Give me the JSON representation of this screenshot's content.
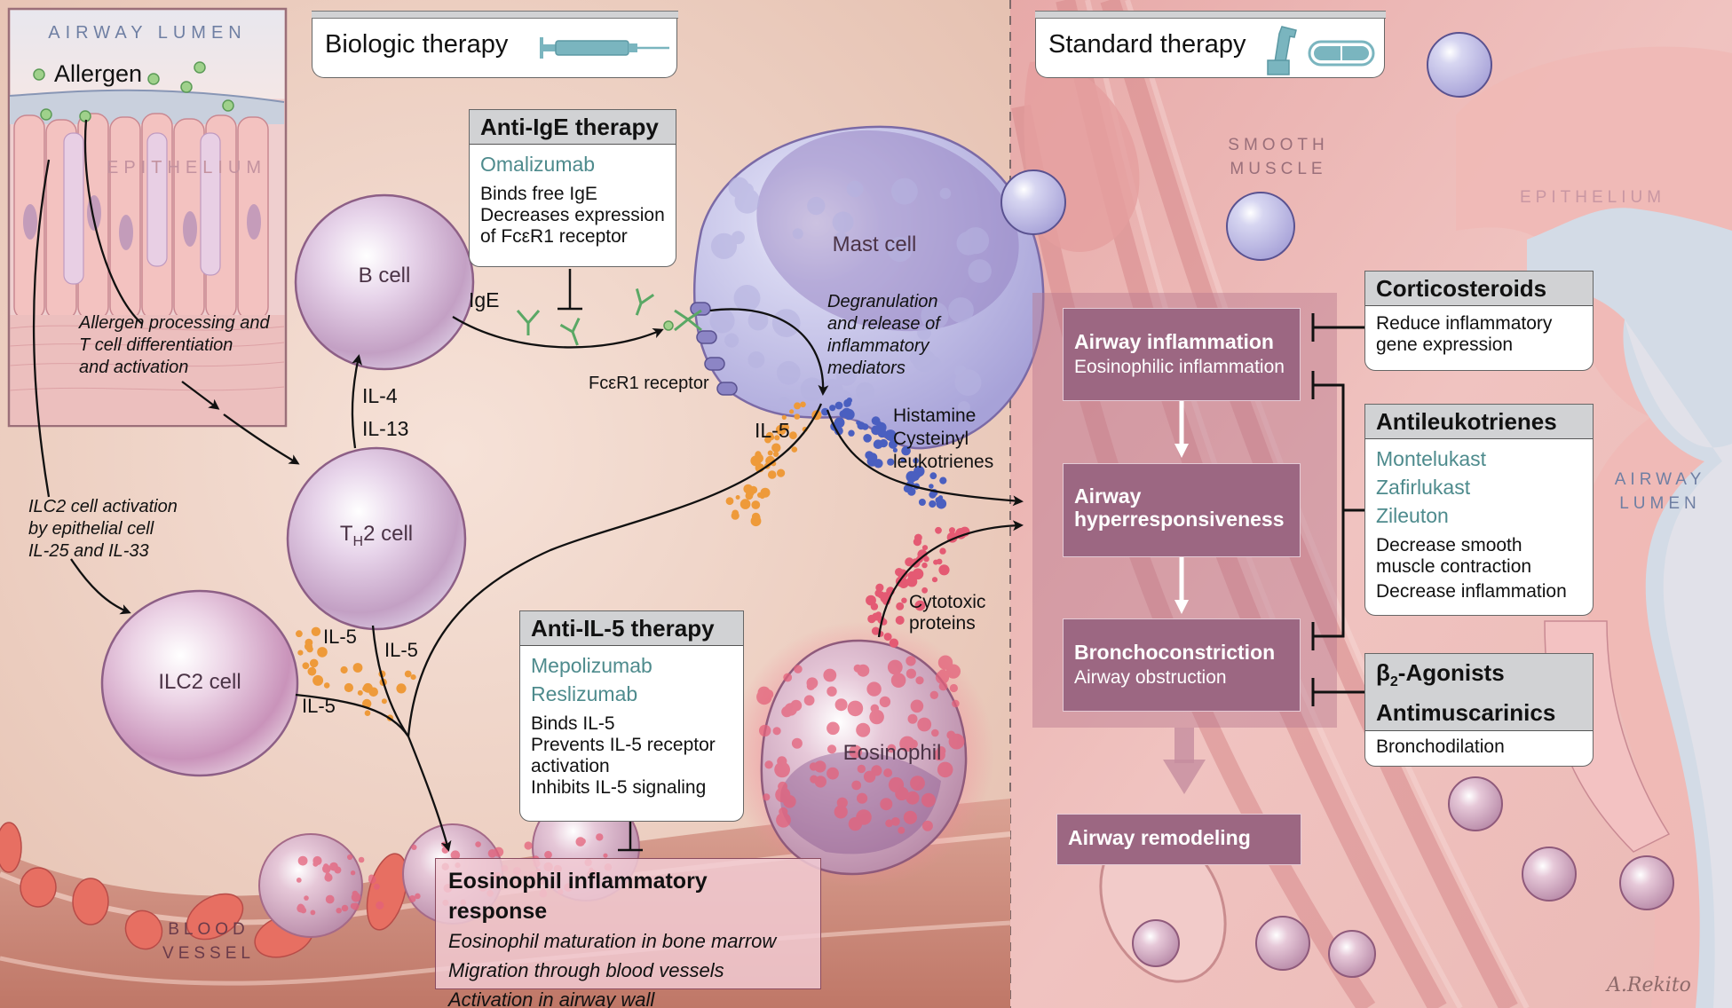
{
  "colors": {
    "drug_teal": "#4e8b8d",
    "flow_box": "#9c6782",
    "box_header": "#d1d2d4",
    "il5_orange": "#ee9a3a",
    "mediator_blue": "#4a5fc0",
    "cytotoxic_red": "#e45a73",
    "ige_green": "#5aa865",
    "allergen_green": "#9fd18b"
  },
  "left_panel": {
    "header": {
      "title": "Biologic therapy",
      "icon": "syringe-icon"
    },
    "inset": {
      "airway_lumen_label": "AIRWAY LUMEN",
      "allergen_label": "Allergen",
      "epithelium_label": "EPITHELIUM"
    },
    "annotations": {
      "allergen_processing": [
        "Allergen processing and",
        "T cell differentiation",
        "and activation"
      ],
      "ilc2_activation": [
        "ILC2 cell activation",
        "by epithelial cell",
        "IL-25 and IL-33"
      ],
      "degranulation": [
        "Degranulation",
        "and release of",
        "inflammatory",
        "mediators"
      ],
      "mediators": [
        "Histamine",
        "Cysteinyl",
        "leukotrienes"
      ],
      "cytotoxic": [
        "Cytotoxic",
        "proteins"
      ],
      "fcer1_receptor": "FcεR1 receptor",
      "ige": "IgE",
      "il4": "IL-4",
      "il13": "IL-13",
      "il5_mast": "IL-5",
      "il5_th2_left": "IL-5",
      "il5_th2_right": "IL-5",
      "il5_ilc2": "IL-5"
    },
    "cells": {
      "b_cell": "B cell",
      "th2_cell_prefix": "T",
      "th2_cell_sub": "H",
      "th2_cell_suffix": "2 cell",
      "ilc2_cell": "ILC2 cell",
      "mast_cell": "Mast cell",
      "eosinophil": "Eosinophil"
    },
    "blood_vessel_label": [
      "BLOOD",
      "VESSEL"
    ],
    "anti_ige_box": {
      "title": "Anti-IgE therapy",
      "drugs": [
        "Omalizumab"
      ],
      "effects": [
        "Binds free IgE",
        "Decreases expression",
        "of FcεR1 receptor"
      ]
    },
    "anti_il5_box": {
      "title": "Anti-IL-5 therapy",
      "drugs": [
        "Mepolizumab",
        "Reslizumab"
      ],
      "effects": [
        "Binds IL-5",
        "Prevents IL-5 receptor",
        "activation",
        "Inhibits IL-5 signaling"
      ]
    },
    "eosinophil_response_box": {
      "title": "Eosinophil inflammatory response",
      "lines": [
        "Eosinophil maturation in bone marrow",
        "Migration through blood vessels",
        "Activation in airway wall"
      ]
    }
  },
  "right_panel": {
    "header": {
      "title": "Standard therapy",
      "icons": [
        "inhaler-icon",
        "capsule-icon"
      ]
    },
    "tissue_labels": {
      "smooth_muscle": [
        "SMOOTH",
        "MUSCLE"
      ],
      "epithelium": "EPITHELIUM",
      "airway_lumen": [
        "AIRWAY",
        "LUMEN"
      ]
    },
    "flow": [
      {
        "title": "Airway inflammation",
        "subtitle": "Eosinophilic inflammation"
      },
      {
        "title": "Airway",
        "subtitle": "hyperresponsiveness"
      },
      {
        "title": "Bronchoconstriction",
        "subtitle": "Airway obstruction"
      },
      {
        "title": "Airway remodeling",
        "subtitle": ""
      }
    ],
    "corticosteroids_box": {
      "title": "Corticosteroids",
      "effects": [
        "Reduce inflammatory",
        "gene expression"
      ]
    },
    "antileukotrienes_box": {
      "title": "Antileukotrienes",
      "drugs": [
        "Montelukast",
        "Zafirlukast",
        "Zileuton"
      ],
      "effects": [
        "Decrease smooth",
        "muscle contraction",
        "Decrease inflammation"
      ]
    },
    "bronchodilator_box": {
      "title_line1_prefix": "β",
      "title_line1_sub": "2",
      "title_line1_suffix": "-Agonists",
      "title_line2": "Antimuscarinics",
      "effects": [
        "Bronchodilation"
      ]
    }
  },
  "signature": "A.Rekito"
}
